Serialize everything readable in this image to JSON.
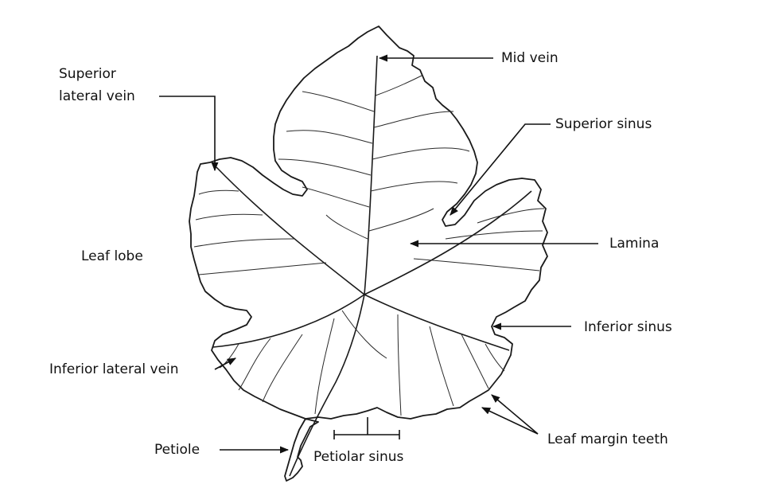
{
  "labels": {
    "mid_vein": "Mid vein",
    "superior_lateral_vein_line1": "Superior",
    "superior_lateral_vein_line2": "lateral vein",
    "superior_sinus": "Superior sinus",
    "lamina": "Lamina",
    "leaf_lobe": "Leaf lobe",
    "inferior_sinus": "Inferior sinus",
    "inferior_lateral_vein": "Inferior lateral vein",
    "leaf_margin_teeth": "Leaf margin teeth",
    "petiole": "Petiole",
    "petiolar_sinus": "Petiolar sinus"
  },
  "colors": {
    "line": "#1a1a1a",
    "background": "#ffffff"
  }
}
